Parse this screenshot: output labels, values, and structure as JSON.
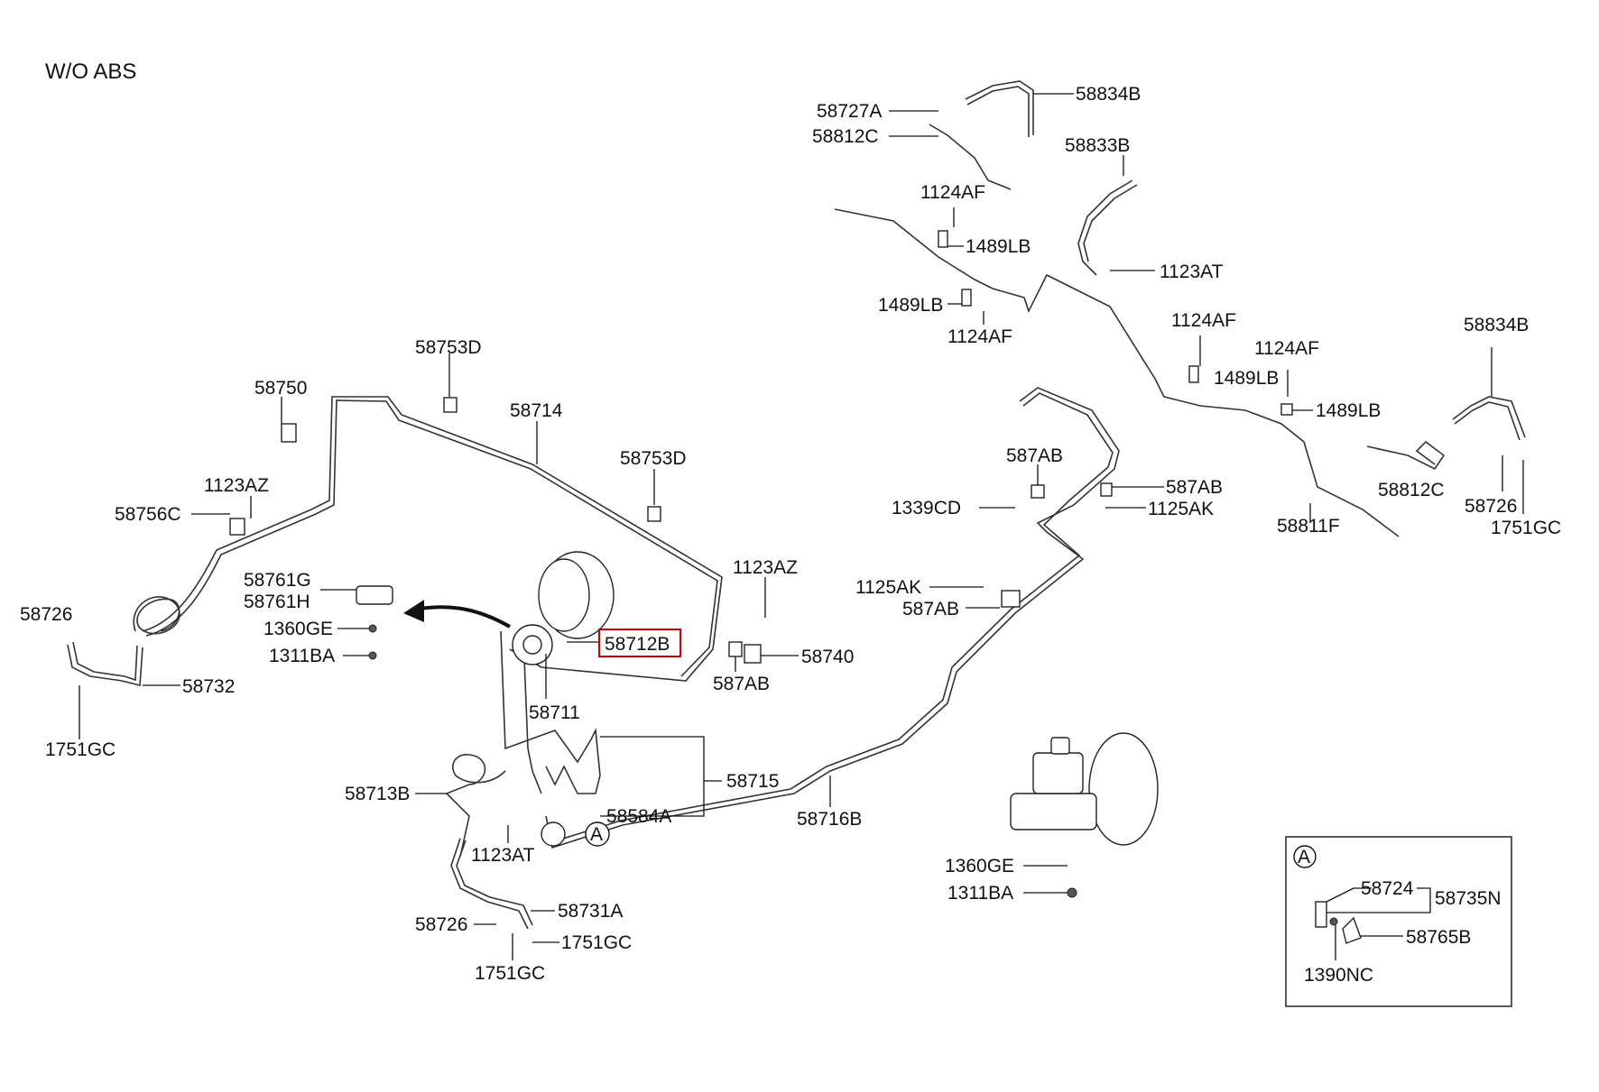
{
  "header": {
    "variant": "W/O  ABS"
  },
  "callouts": {
    "p58727A": "58727A",
    "p58812C_top": "58812C",
    "p58834B_top": "58834B",
    "p58833B": "58833B",
    "p1124AF_a": "1124AF",
    "p1489LB_a": "1489LB",
    "p1123AT_top": "1123AT",
    "p1489LB_b": "1489LB",
    "p1124AF_b": "1124AF",
    "p1124AF_c": "1124AF",
    "p1124AF_d": "1124AF",
    "p1489LB_c": "1489LB",
    "p1489LB_d": "1489LB",
    "p58834B_right": "58834B",
    "p58812C_right": "58812C",
    "p58811F": "58811F",
    "p58726_right": "58726",
    "p1751GC_right": "1751GC",
    "p58753D_a": "58753D",
    "p58750": "58750",
    "p58714": "58714",
    "p58753D_b": "58753D",
    "p1123AZ_left": "1123AZ",
    "p58756C": "58756C",
    "p58761G": "58761G",
    "p58761H": "58761H",
    "p1360GE_left": "1360GE",
    "p1311BA_left": "1311BA",
    "p58726_left": "58726",
    "p58732": "58732",
    "p1751GC_left": "1751GC",
    "p58712B": "58712B",
    "p58711": "58711",
    "p1123AZ_mid": "1123AZ",
    "p58740": "58740",
    "p587AB_mid": "587AB",
    "p587AB_a": "587AB",
    "p1339CD": "1339CD",
    "p587AB_b": "587AB",
    "p1125AK_a": "1125AK",
    "p1125AK_b": "1125AK",
    "p587AB_c": "587AB",
    "p58715": "58715",
    "p58713B": "58713B",
    "p58584A": "58584A",
    "p1123AT_low": "1123AT",
    "p58716B": "58716B",
    "p58731A": "58731A",
    "p58726_low": "58726",
    "p1751GC_low1": "1751GC",
    "p1751GC_low2": "1751GC",
    "p1360GE_mc": "1360GE",
    "p1311BA_mc": "1311BA"
  },
  "view_marker": "A",
  "detail_a": {
    "marker": "A",
    "p58724": "58724",
    "p58735N": "58735N",
    "p58765B": "58765B",
    "p1390NC": "1390NC"
  },
  "highlight": {
    "part": "58712B",
    "color": "#d40000"
  }
}
